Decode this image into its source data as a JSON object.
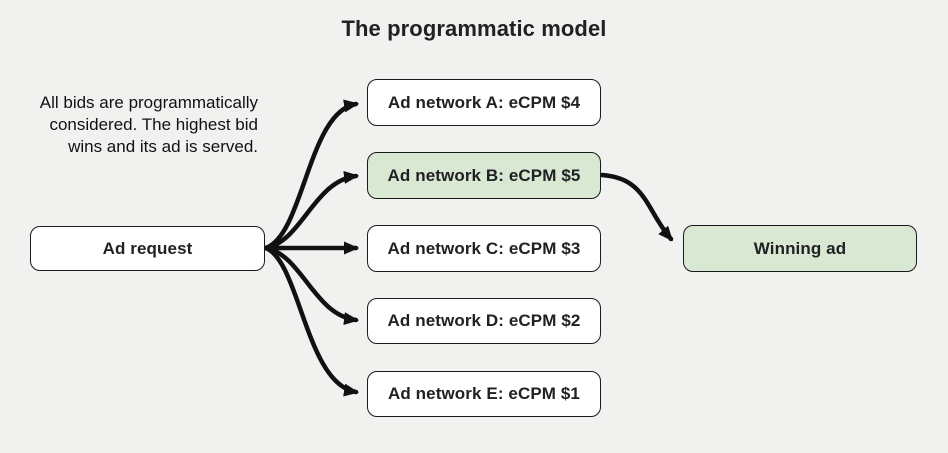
{
  "title": "The programmatic model",
  "description": {
    "lines": [
      "All bids are programmatically",
      "considered. The highest bid",
      "wins and its ad is served."
    ]
  },
  "nodes": {
    "ad_request": {
      "label": "Ad request"
    },
    "networks": [
      {
        "label": "Ad network A: eCPM $4",
        "highlight": false
      },
      {
        "label": "Ad network B: eCPM $5",
        "highlight": true
      },
      {
        "label": "Ad network C: eCPM $3",
        "highlight": false
      },
      {
        "label": "Ad network D: eCPM $2",
        "highlight": false
      },
      {
        "label": "Ad network E: eCPM $1",
        "highlight": false
      }
    ],
    "winning_ad": {
      "label": "Winning ad"
    }
  },
  "edges": [
    {
      "from": "ad_request",
      "to": "network_a"
    },
    {
      "from": "ad_request",
      "to": "network_b"
    },
    {
      "from": "ad_request",
      "to": "network_c"
    },
    {
      "from": "ad_request",
      "to": "network_d"
    },
    {
      "from": "ad_request",
      "to": "network_e"
    },
    {
      "from": "network_b",
      "to": "winning_ad"
    }
  ],
  "colors": {
    "background": "#f1f2f0",
    "box_fill": "#ffffff",
    "highlight_fill": "#d8e8d2",
    "border": "#1a1a1a",
    "arrow": "#111111",
    "text": "#202124"
  }
}
